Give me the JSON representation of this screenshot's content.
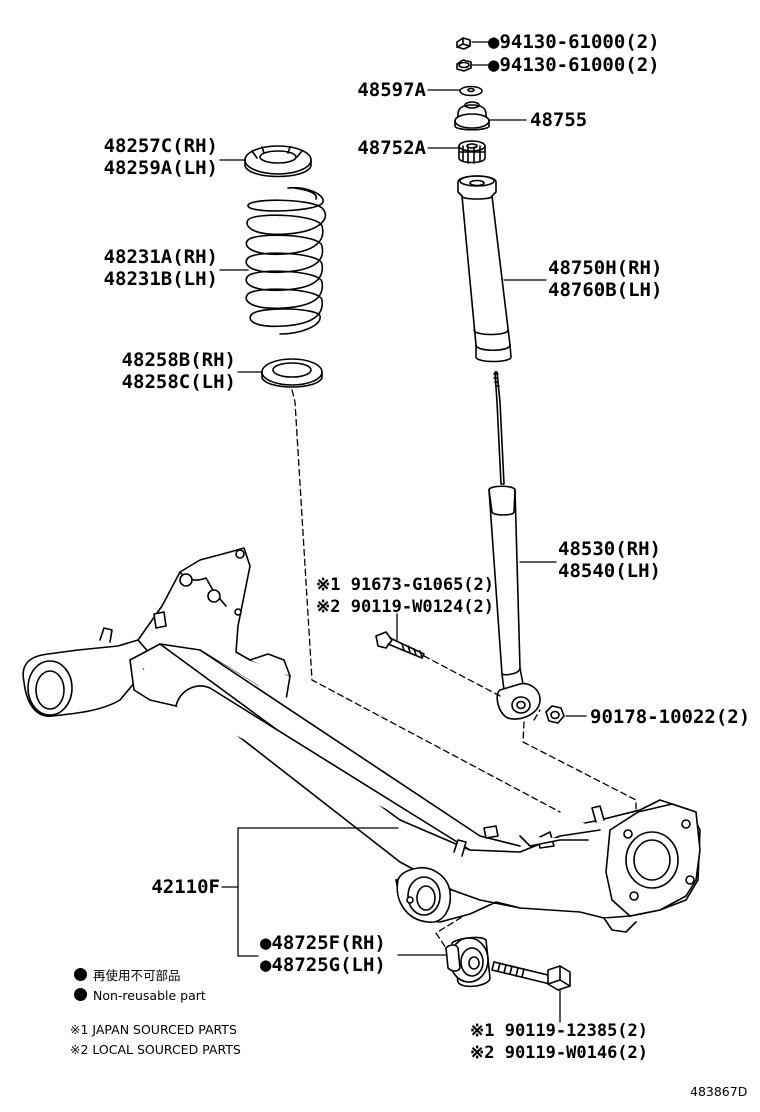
{
  "parts": {
    "nut_1": "●94130-61000(2)",
    "nut_2": "●94130-61000(2)",
    "p48597A": "48597A",
    "p48755": "48755",
    "p48752A": "48752A",
    "seat_upper_rh": "48257C(RH)",
    "seat_upper_lh": "48259A(LH)",
    "spring_rh": "48231A(RH)",
    "spring_lh": "48231B(LH)",
    "boot_rh": "48750H(RH)",
    "boot_lh": "48760B(LH)",
    "seat_lower_rh": "48258B(RH)",
    "seat_lower_lh": "48258C(LH)",
    "shock_rh": "48530(RH)",
    "shock_lh": "48540(LH)",
    "bolt_upper_1": "※1 91673-G1065(2)",
    "bolt_upper_2": "※2 90119-W0124(2)",
    "nut_lower": "90178-10022(2)",
    "axle": "42110F",
    "bush_rh": "●48725F(RH)",
    "bush_lh": "●48725G(LH)",
    "bolt_lower_1": "※1 90119-12385(2)",
    "bolt_lower_2": "※2 90119-W0146(2)"
  },
  "legend": {
    "jp": "再使用不可部品",
    "en": "Non-reusable part",
    "note1": "※1 JAPAN SOURCED PARTS",
    "note2": "※2 LOCAL SOURCED PARTS"
  },
  "diagram_id": "483867D"
}
